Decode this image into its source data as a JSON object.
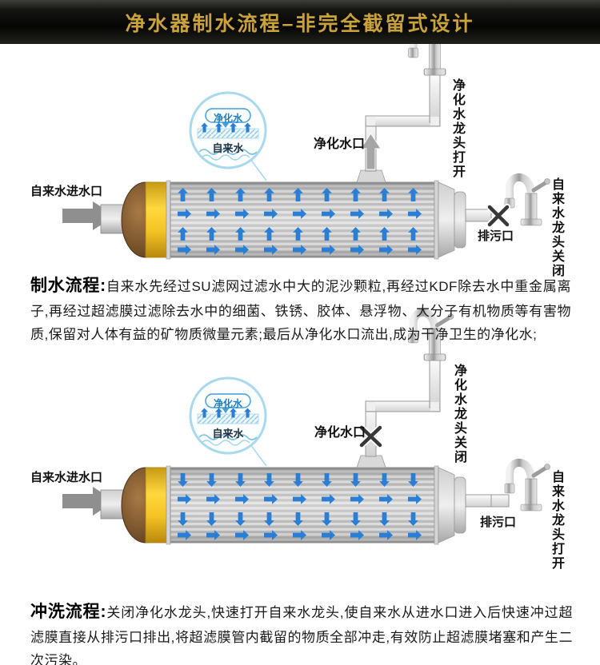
{
  "header": {
    "title": "净水器制水流程–非完全截留式设计"
  },
  "callout": {
    "purified_water": "净化水",
    "tap_water": "自来水"
  },
  "diagrams": {
    "production": {
      "inlet_label": "自来水进水口",
      "purified_outlet_label": "净化水口",
      "purified_faucet_label": "净化水龙头打开",
      "drain_label": "排污口",
      "tap_faucet_label": "自来水龙头关闭"
    },
    "flush": {
      "inlet_label": "自来水进水口",
      "purified_outlet_label": "净化水口",
      "purified_faucet_label": "净化水龙头关闭",
      "drain_label": "排污口",
      "tap_faucet_label": "自来水龙头打开"
    }
  },
  "sections": {
    "production": {
      "title": "制水流程:",
      "body": "自来水先经过SU滤网过滤水中大的泥沙颗粒,再经过KDF除去水中重金属离子,再经过超滤膜过滤除去水中的细菌、铁锈、胶体、悬浮物、大分子有机物质等有害物质,保留对人体有益的矿物质微量元素;最后从净化水口流出,成为干净卫生的净化水;"
    },
    "flush": {
      "title": "冲洗流程:",
      "body": "关闭净化水龙头,快速打开自来水龙头,使自来水从进水口进入后快速冲过超滤膜直接从排污口排出,将超滤膜管内截留的物质全部冲走,有效防止超滤膜堵塞和产生二次污染。"
    }
  },
  "colors": {
    "flow_arrow_blue": "#2a7fd4",
    "membrane_band_gold": "#f2c11e",
    "banner_text_gold": "#c9a23c",
    "banner_background": "#0d0d0a"
  }
}
